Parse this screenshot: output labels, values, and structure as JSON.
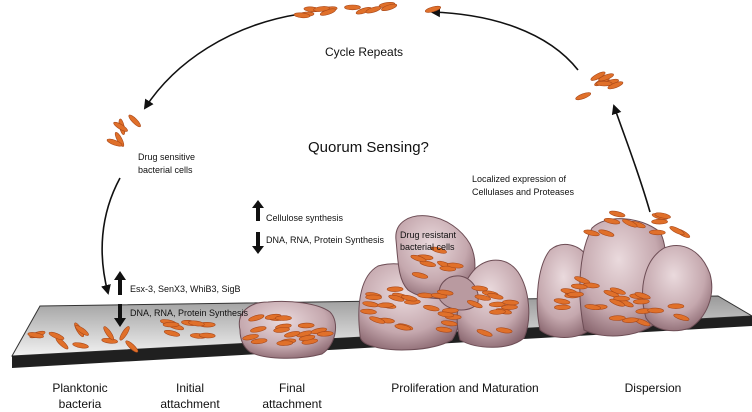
{
  "colors": {
    "bacteria": "#e0702a",
    "bacteria_stroke": "#a8481a",
    "biofilm": "#c4a6ac",
    "biofilm_dark": "#8f6b74",
    "surface_top": "#ededed",
    "surface_front": "#222222"
  },
  "labels": {
    "cycle_repeats": "Cycle Repeats",
    "quorum_sensing": "Quorum Sensing?",
    "drug_sensitive_1": "Drug sensitive",
    "drug_sensitive_2": "bacterial cells",
    "localized_1": "Localized expression of",
    "localized_2": "Cellulases and Proteases",
    "cellulose": "Cellulose synthesis",
    "dna_rna_protein_1": "DNA, RNA, Protein Synthesis",
    "esx": "Esx-3, SenX3, WhiB3, SigB",
    "dna_rna_protein_2": "DNA, RNA, Protein Synthesis",
    "drug_resistant_1": "Drug resistant",
    "drug_resistant_2": "bacterial cells"
  },
  "stages": {
    "planktonic_1": "Planktonic",
    "planktonic_2": "bacteria",
    "initial_1": "Initial",
    "initial_2": "attachment",
    "final_1": "Final",
    "final_2": "attachment",
    "proliferation": "Proliferation and Maturation",
    "dispersion": "Dispersion"
  },
  "arrow_directions": {
    "cellulose": "up",
    "dna_rna_protein_1": "down",
    "esx": "up",
    "dna_rna_protein_2": "down"
  }
}
